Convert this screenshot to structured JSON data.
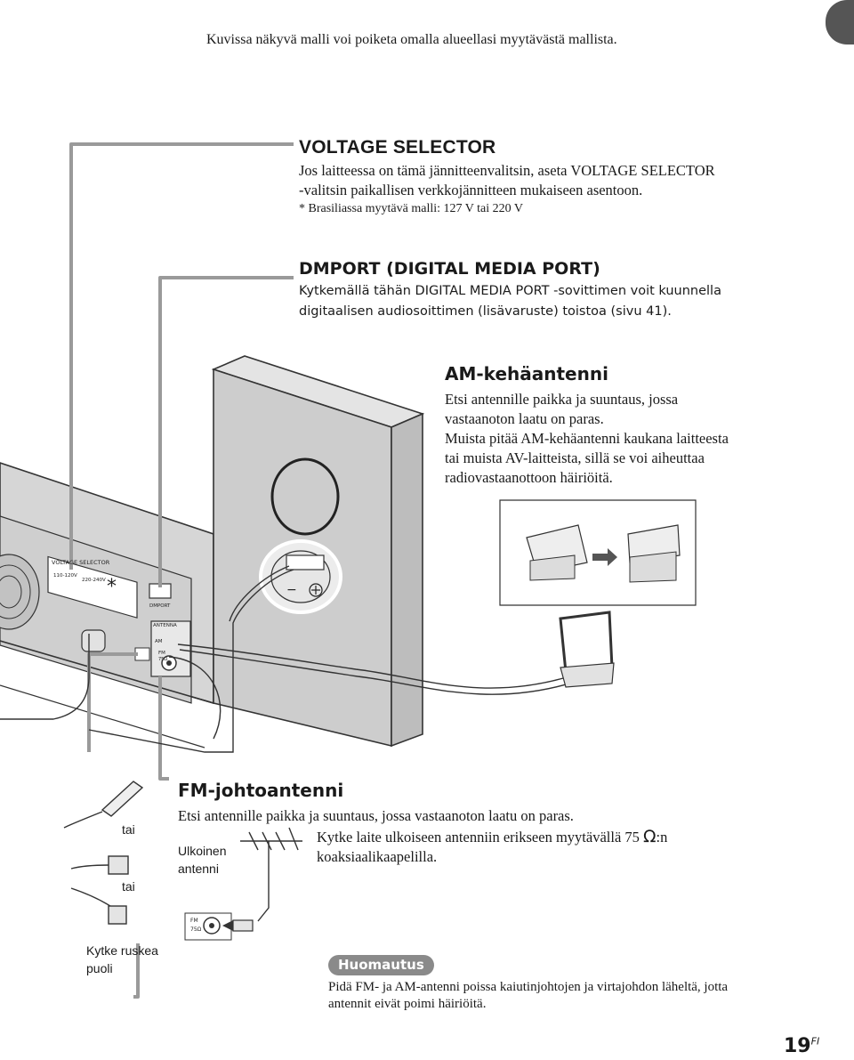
{
  "header": {
    "note": "Kuvissa näkyvä malli voi poiketa omalla alueellasi myytävästä mallista."
  },
  "voltage": {
    "title": "VOLTAGE SELECTOR",
    "line1": "Jos laitteessa on tämä jännitteenvalitsin, aseta VOLTAGE SELECTOR",
    "line2": "-valitsin paikallisen verkkojännitteen mukaiseen asentoon.",
    "footnote": "*  Brasiliassa myytävä malli: 127 V tai 220 V"
  },
  "dmport": {
    "title": "DMPORT (DIGITAL MEDIA PORT)",
    "line1": "Kytkemällä tähän DIGITAL MEDIA PORT -sovittimen voit kuunnella",
    "line2": "digitaalisen audiosoittimen (lisävaruste) toistoa (sivu 41)."
  },
  "am": {
    "title": "AM-kehäantenni",
    "lines": [
      "Etsi antennille paikka ja suuntaus, jossa",
      "vastaanoton laatu on paras.",
      "Muista pitää AM-kehäantenni kaukana laitteesta",
      "tai muista AV-laitteista, sillä se voi aiheuttaa",
      "radiovastaanottoon häiriöitä."
    ]
  },
  "fm": {
    "title": "FM-johtoantenni",
    "line1": "Etsi antennille paikka ja suuntaus, jossa vastaanoton laatu on paras.",
    "line2_pre": "Kytke laite ulkoiseen antenniin erikseen myytävällä 75 ",
    "ohm": "Ω",
    "line2_post": ":n",
    "line3": "koaksiaalikaapelilla.",
    "outdoor_label_1": "Ulkoinen",
    "outdoor_label_2": "antenni",
    "or_1": "tai",
    "or_2": "tai",
    "brown_label_1": "Kytke ruskea",
    "brown_label_2": "puoli"
  },
  "panel_labels": {
    "voltage": "VOLTAGE SELECTOR",
    "v_low": "110-120V",
    "v_high": "220-240V",
    "asterisk": "*",
    "dmport": "DMPORT",
    "antenna": "ANTENNA",
    "am": "AM",
    "fm": "FM",
    "fm_ohm": "75Ω",
    "fm_small_1": "FM",
    "fm_small_2": "75Ω"
  },
  "note": {
    "badge": "Huomautus",
    "line1": "Pidä FM- ja AM-antenni poissa kaiutinjohtojen ja virtajohdon läheltä, jotta",
    "line2": "antennit eivät poimi häiriöitä."
  },
  "page": {
    "number": "19",
    "lang": "FI"
  },
  "colors": {
    "device_gray": "#d2d2d2",
    "line_gray": "#9a9a9a",
    "tab": "#555555",
    "badge": "#8a8a8a"
  }
}
